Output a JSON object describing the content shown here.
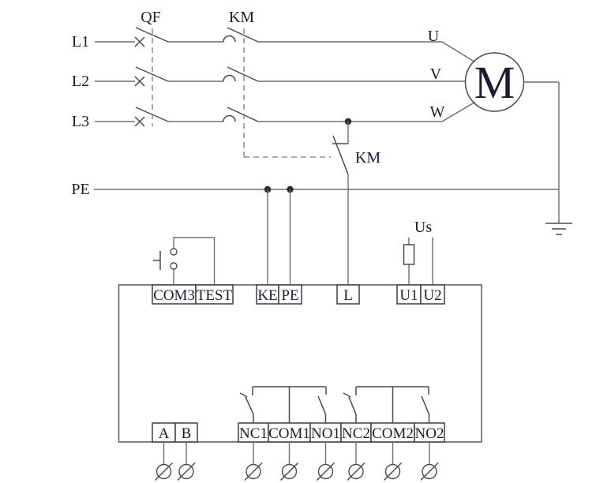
{
  "diagram": {
    "left_labels": [
      "L1",
      "L2",
      "L3",
      "PE"
    ],
    "component_labels": {
      "breaker": "QF",
      "contactor": "KM",
      "contactor_aux": "KM",
      "motor": "M",
      "motor_phase_u": "U",
      "motor_phase_v": "V",
      "motor_phase_w": "W",
      "supply_voltage": "Us"
    },
    "device": {
      "top_terminals": [
        "COM3",
        "TEST",
        "KE",
        "PE",
        "L",
        "U1",
        "U2"
      ],
      "bottom_terminals": [
        "A",
        "B",
        "NC1",
        "COM1",
        "NO1",
        "NC2",
        "COM2",
        "NO2"
      ]
    },
    "colors": {
      "wire": "#6e6e6e",
      "symbol": "#4a4a4a",
      "text": "#1c1c33",
      "background": "#ffffff"
    }
  }
}
